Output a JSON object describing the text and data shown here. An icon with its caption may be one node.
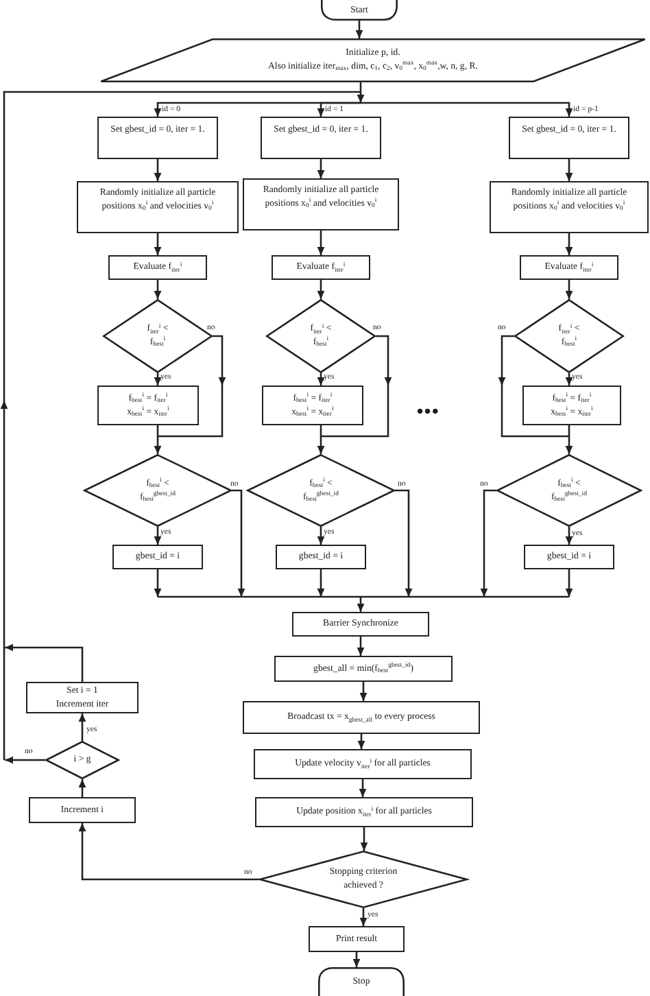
{
  "diagram": {
    "nodes": [
      {
        "text": [
          "Start"
        ]
      },
      {
        "text": [
          "Initialize p, id.",
          "Also initialize iter$_{max}$, dim, c$_{1}$, c$_{2}$, v$_{0}$$^{max}$, x$_{0}$$^{max}$,w, n, g, R."
        ]
      },
      {
        "text": [
          "Set gbest_id = 0, iter = 1."
        ]
      },
      {
        "text": [
          "Randomly initialize all particle positions x$_{0}$$^{i}$ and velocities v$_{0}$$^{i}$"
        ]
      },
      {
        "text": [
          "Evaluate f$_{iter}$$^{i}$"
        ]
      },
      {
        "text": [
          "f$_{iter}$$^{i}$ < f$_{best}$$^{i}$"
        ]
      },
      {
        "text": [
          "f$_{best}$$^{i}$ = f$_{iter}$$^{i}$",
          "x$_{best}$$^{i}$ = x$_{iter}$$^{i}$"
        ]
      },
      {
        "text": [
          "f$_{best}$$^{i}$ < f$_{best}$$^{gbest_id}$"
        ]
      },
      {
        "text": [
          "gbest_id = i"
        ]
      },
      {
        "text": [
          "Set gbest_id = 0, iter = 1."
        ]
      },
      {
        "text": [
          "Randomly initialize all particle positions x$_{0}$$^{i}$ and velocities v$_{0}$$^{i}$"
        ]
      },
      {
        "text": [
          "Evaluate f$_{iter}$$^{i}$"
        ]
      },
      {
        "text": [
          "f$_{iter}$$^{i}$ < f$_{best}$$^{i}$"
        ]
      },
      {
        "text": [
          "f$_{best}$$^{i}$ = f$_{iter}$$^{i}$",
          "x$_{best}$$^{i}$ = x$_{iter}$$^{i}$"
        ]
      },
      {
        "text": [
          "f$_{best}$$^{i}$ < f$_{best}$$^{gbest_id}$"
        ]
      },
      {
        "text": [
          "gbest_id = i"
        ]
      },
      {
        "text": [
          "Set gbest_id = 0, iter = 1."
        ]
      },
      {
        "text": [
          "Randomly initialize all particle positions x$_{0}$$^{i}$ and velocities v$_{0}$$^{i}$"
        ]
      },
      {
        "text": [
          "Evaluate f$_{iter}$$^{i}$"
        ]
      },
      {
        "text": [
          "f$_{iter}$$^{i}$ < f$_{best}$$^{i}$"
        ]
      },
      {
        "text": [
          "f$_{best}$$^{i}$ = f$_{iter}$$^{i}$",
          "x$_{best}$$^{i}$ = x$_{iter}$$^{i}$"
        ]
      },
      {
        "text": [
          "f$_{best}$$^{i}$ < f$_{best}$$^{gbest_id}$"
        ]
      },
      {
        "text": [
          "gbest_id = i"
        ]
      },
      {
        "text": [
          "Barrier Synchronize"
        ]
      },
      {
        "text": [
          "gbest_all = min(f$_{best}$$^{gbest_id}$)"
        ]
      },
      {
        "text": [
          "Broadcast tx = x$_{gbest_all}$ to every process"
        ]
      },
      {
        "text": [
          "Update velocity v$_{iter}$$^{i}$ for all particles"
        ]
      },
      {
        "text": [
          "Update position x$_{iter}$$^{i}$ for all particles"
        ]
      },
      {
        "text": [
          "Stopping criterion achieved ?"
        ]
      },
      {
        "text": [
          "Print result"
        ]
      },
      {
        "text": [
          "Stop"
        ]
      },
      {
        "text": [
          "Set i = 1",
          "Increment iter"
        ]
      },
      {
        "text": [
          "i > g"
        ]
      },
      {
        "text": [
          "Increment i"
        ]
      }
    ],
    "edges": [
      {
        "from": 0,
        "to": 1,
        "arrow": "to"
      },
      {
        "from": 1,
        "to": 2,
        "arrow": "to",
        "label": "id = 0"
      },
      {
        "from": 1,
        "to": 9,
        "arrow": "to",
        "label": "id = 1"
      },
      {
        "from": 1,
        "to": 16,
        "arrow": "to",
        "label": "id = p-1"
      },
      {
        "from": 2,
        "to": 3,
        "arrow": "to"
      },
      {
        "from": 3,
        "to": 4,
        "arrow": "to"
      },
      {
        "from": 4,
        "to": 5,
        "arrow": "to"
      },
      {
        "from": 5,
        "to": 6,
        "arrow": "to",
        "label": "yes"
      },
      {
        "from": 5,
        "to": 7,
        "arrow": "to",
        "label": "no"
      },
      {
        "from": 6,
        "to": 7,
        "arrow": "to"
      },
      {
        "from": 7,
        "to": 8,
        "arrow": "to",
        "label": "yes"
      },
      {
        "from": 7,
        "to": 23,
        "arrow": "to",
        "label": "no"
      },
      {
        "from": 8,
        "to": 23,
        "arrow": "to"
      },
      {
        "from": 9,
        "to": 10,
        "arrow": "to"
      },
      {
        "from": 10,
        "to": 11,
        "arrow": "to"
      },
      {
        "from": 11,
        "to": 12,
        "arrow": "to"
      },
      {
        "from": 12,
        "to": 13,
        "arrow": "to",
        "label": "yes"
      },
      {
        "from": 12,
        "to": 14,
        "arrow": "to",
        "label": "no"
      },
      {
        "from": 13,
        "to": 14,
        "arrow": "to"
      },
      {
        "from": 14,
        "to": 15,
        "arrow": "to",
        "label": "yes"
      },
      {
        "from": 14,
        "to": 23,
        "arrow": "to",
        "label": "no"
      },
      {
        "from": 15,
        "to": 23,
        "arrow": "to"
      },
      {
        "from": 16,
        "to": 17,
        "arrow": "to"
      },
      {
        "from": 17,
        "to": 18,
        "arrow": "to"
      },
      {
        "from": 18,
        "to": 19,
        "arrow": "to"
      },
      {
        "from": 19,
        "to": 20,
        "arrow": "to",
        "label": "yes"
      },
      {
        "from": 19,
        "to": 21,
        "arrow": "to",
        "label": "no"
      },
      {
        "from": 20,
        "to": 21,
        "arrow": "to"
      },
      {
        "from": 21,
        "to": 22,
        "arrow": "to",
        "label": "yes"
      },
      {
        "from": 21,
        "to": 23,
        "arrow": "to",
        "label": "no"
      },
      {
        "from": 22,
        "to": 23,
        "arrow": "to"
      },
      {
        "from": 23,
        "to": 24,
        "arrow": "to"
      },
      {
        "from": 24,
        "to": 25,
        "arrow": "to"
      },
      {
        "from": 25,
        "to": 26,
        "arrow": "to"
      },
      {
        "from": 26,
        "to": 27,
        "arrow": "to"
      },
      {
        "from": 27,
        "to": 28,
        "arrow": "to"
      },
      {
        "from": 28,
        "to": 29,
        "arrow": "to",
        "label": "yes"
      },
      {
        "from": 29,
        "to": 30,
        "arrow": "to"
      },
      {
        "from": 28,
        "to": 33,
        "arrow": "to",
        "label": "no"
      },
      {
        "from": 33,
        "to": 32,
        "arrow": "to"
      },
      {
        "from": 32,
        "to": 31,
        "arrow": "to",
        "label": "yes"
      },
      {
        "from": 32,
        "to": 2,
        "arrow": "to",
        "label": "no"
      },
      {
        "from": 32,
        "to": 9,
        "arrow": "to"
      },
      {
        "from": 32,
        "to": 16,
        "arrow": "to"
      },
      {
        "from": 31,
        "to": 2,
        "arrow": "to"
      },
      {
        "from": 31,
        "to": 9,
        "arrow": "to"
      },
      {
        "from": 31,
        "to": 16,
        "arrow": "to"
      }
    ],
    "labels": [
      "•••"
    ]
  }
}
